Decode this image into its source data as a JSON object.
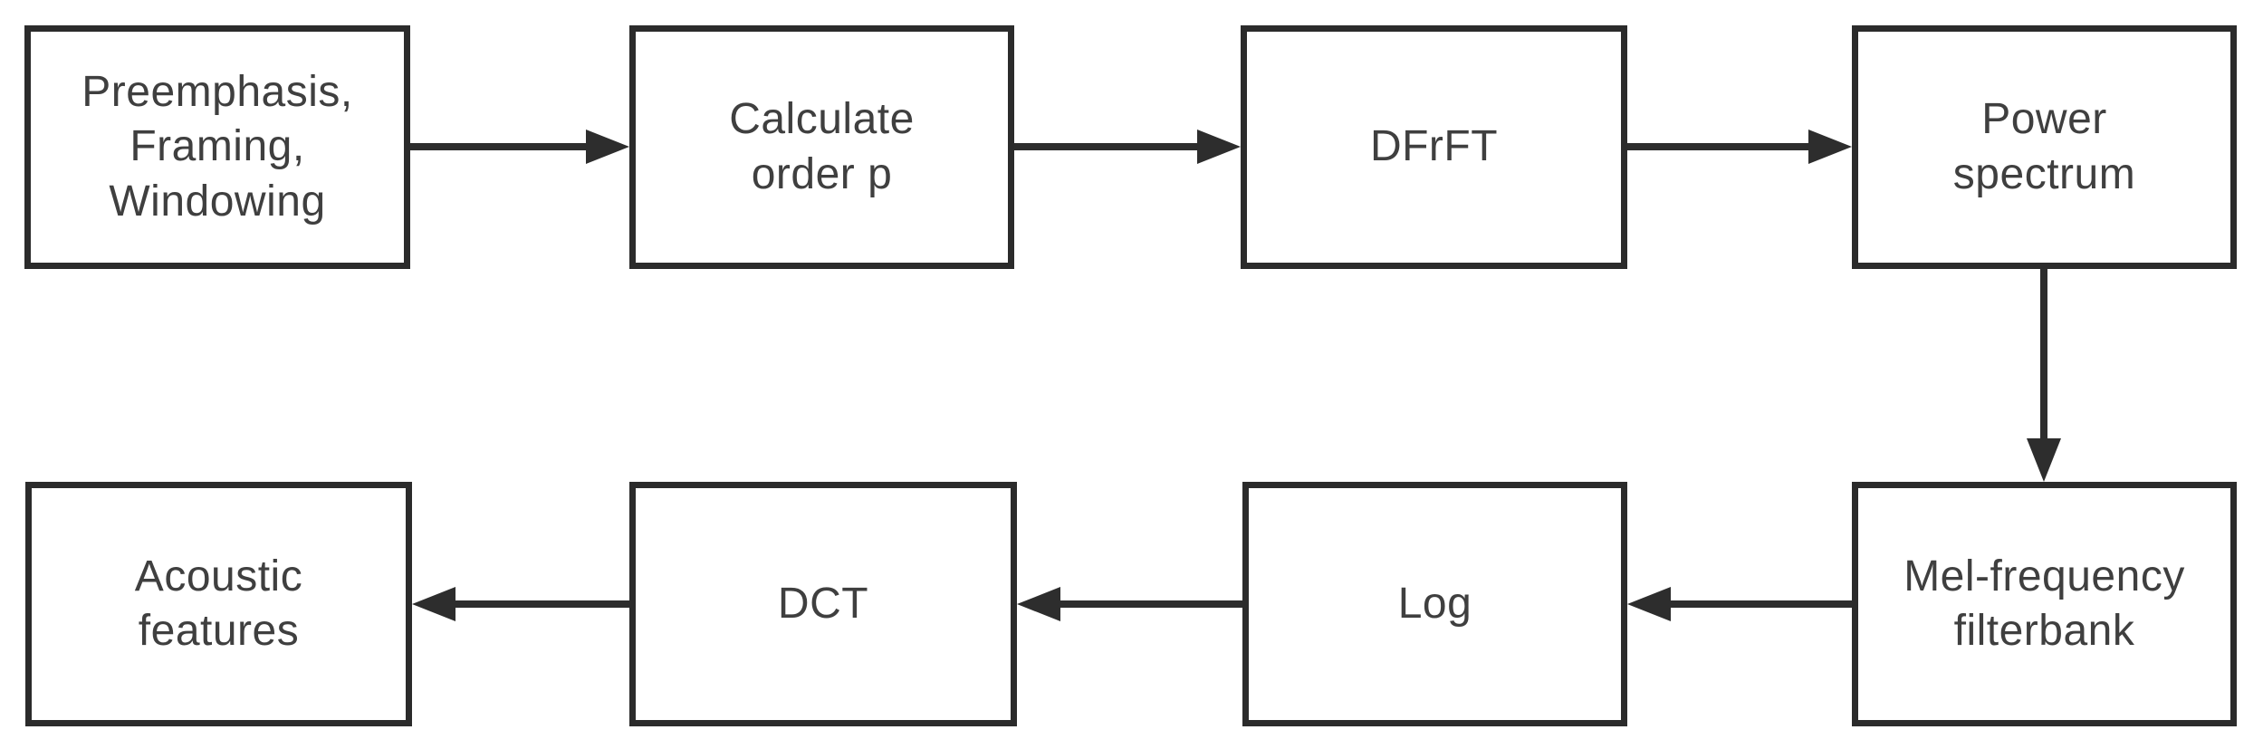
{
  "diagram_type": "flowchart",
  "colors": {
    "background": "#ffffff",
    "box_fill": "#ffffff",
    "line": "#2d2d2d",
    "text": "#3f3f3f"
  },
  "nodes": [
    {
      "id": "preemphasis-framing-windowing",
      "label": "Preemphasis,\nFraming,\nWindowing"
    },
    {
      "id": "calculate-order-p",
      "label": "Calculate\norder p"
    },
    {
      "id": "dfrft",
      "label": "DFrFT"
    },
    {
      "id": "power-spectrum",
      "label": "Power\nspectrum"
    },
    {
      "id": "acoustic-features",
      "label": "Acoustic\nfeatures"
    },
    {
      "id": "dct",
      "label": "DCT"
    },
    {
      "id": "log",
      "label": "Log"
    },
    {
      "id": "mel-frequency-filterbank",
      "label": "Mel-frequency\nfilterbank"
    }
  ],
  "edges": [
    {
      "from": "preemphasis-framing-windowing",
      "to": "calculate-order-p",
      "direction": "right"
    },
    {
      "from": "calculate-order-p",
      "to": "dfrft",
      "direction": "right"
    },
    {
      "from": "dfrft",
      "to": "power-spectrum",
      "direction": "right"
    },
    {
      "from": "power-spectrum",
      "to": "mel-frequency-filterbank",
      "direction": "down"
    },
    {
      "from": "mel-frequency-filterbank",
      "to": "log",
      "direction": "left"
    },
    {
      "from": "log",
      "to": "dct",
      "direction": "left"
    },
    {
      "from": "dct",
      "to": "acoustic-features",
      "direction": "left"
    }
  ]
}
